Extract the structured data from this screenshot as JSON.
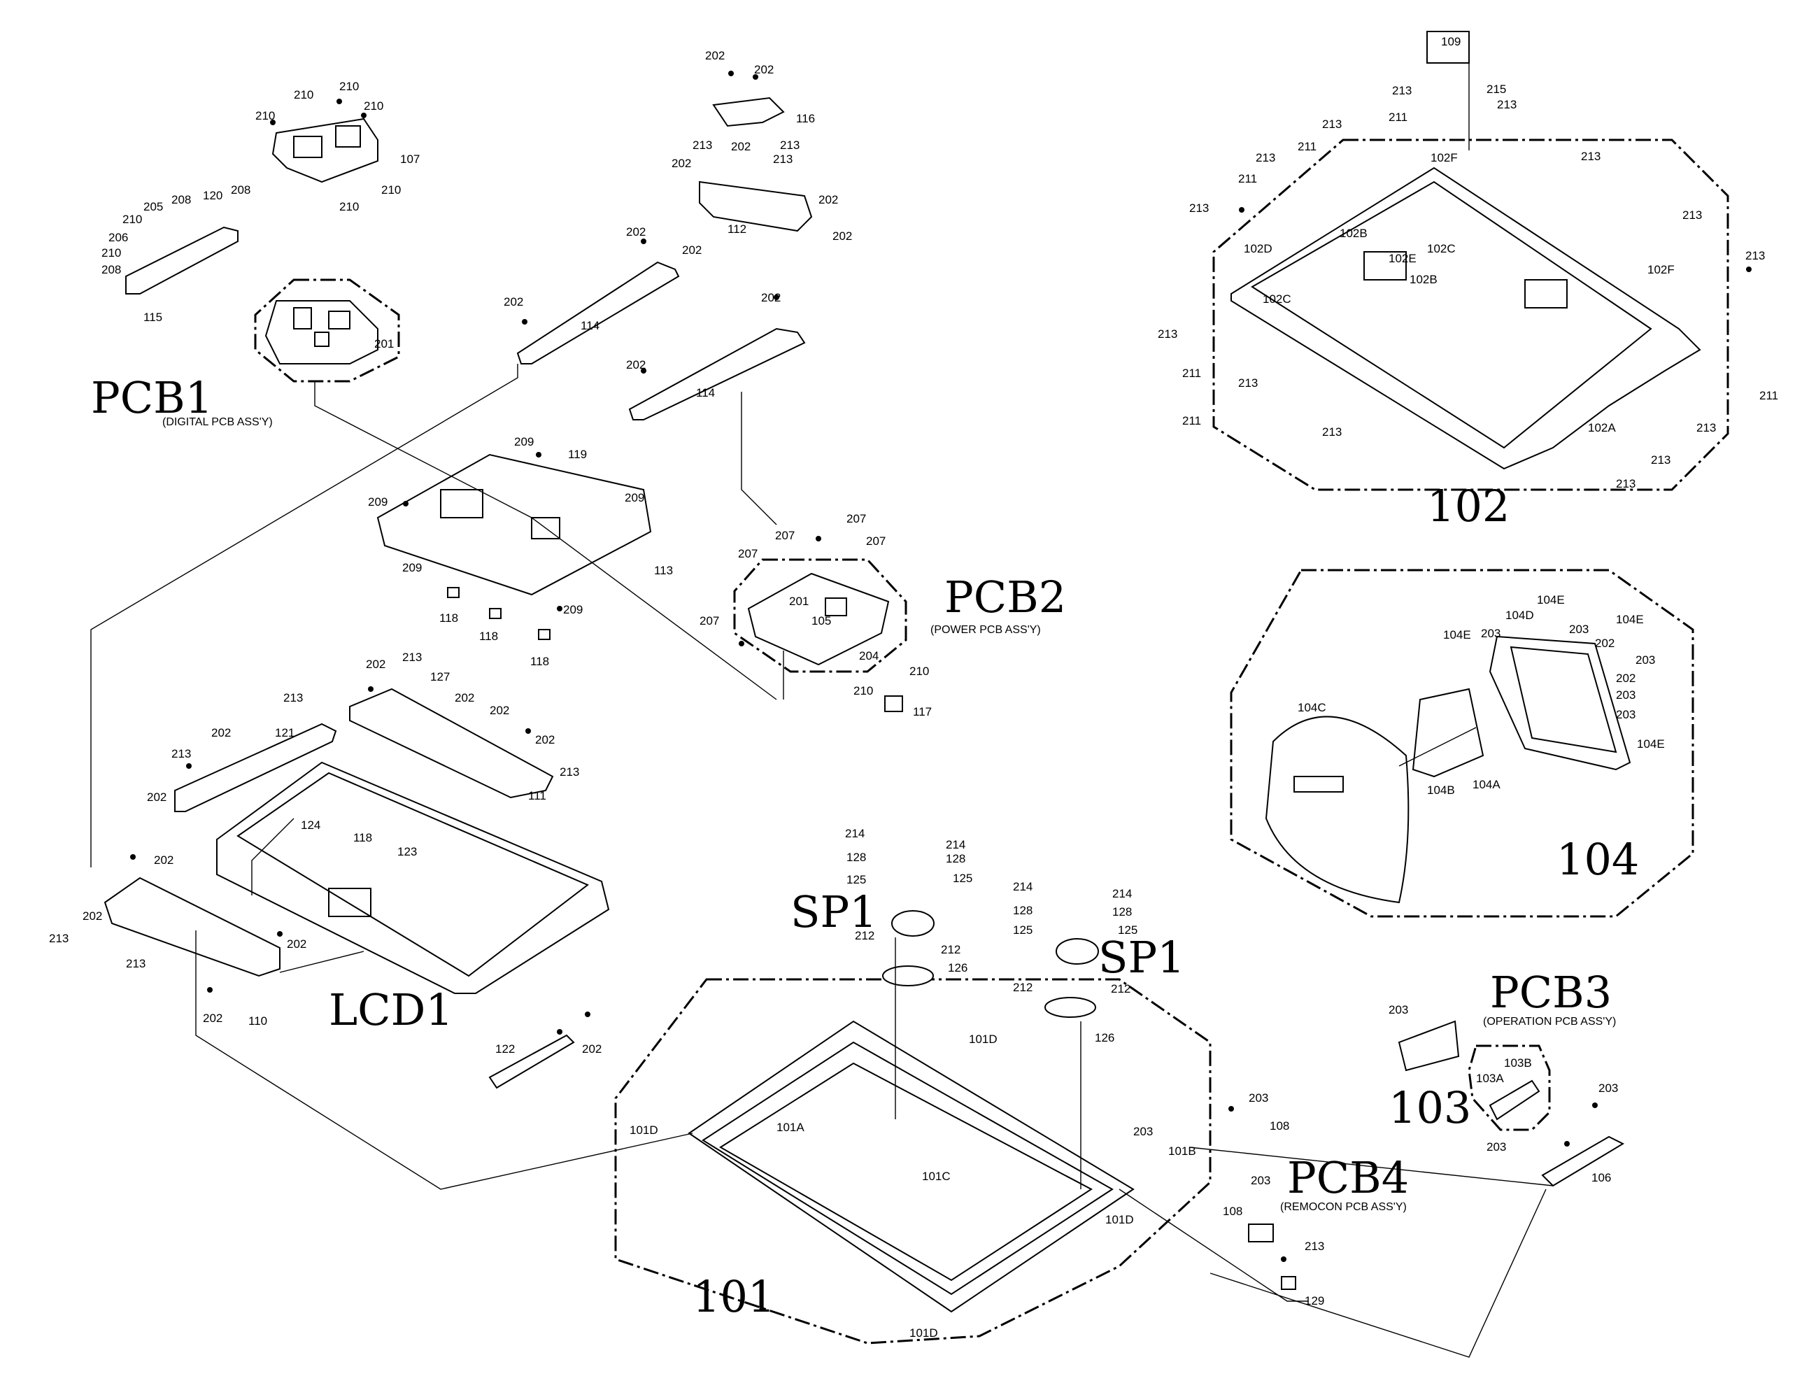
{
  "assemblies": {
    "pcb1": "PCB1",
    "pcb1_desc": "(DIGITAL PCB ASS'Y)",
    "pcb2": "PCB2",
    "pcb2_desc": "(POWER PCB ASS'Y)",
    "pcb3": "PCB3",
    "pcb3_desc": "(OPERATION PCB ASS'Y)",
    "pcb4": "PCB4",
    "pcb4_desc": "(REMOCON PCB ASS'Y)",
    "lcd": "LCD1",
    "sp1": "SP1",
    "a101": "101",
    "a102": "102",
    "a103": "103",
    "a104": "104"
  },
  "part_labels": {
    "p101A": "101A",
    "p101B": "101B",
    "p101C": "101C",
    "p101D": "101D",
    "p102A": "102A",
    "p102B": "102B",
    "p102C": "102C",
    "p102D": "102D",
    "p102E": "102E",
    "p102F": "102F",
    "p103A": "103A",
    "p103B": "103B",
    "p104A": "104A",
    "p104B": "104B",
    "p104C": "104C",
    "p104D": "104D",
    "p104E": "104E",
    "p105": "105",
    "p106": "106",
    "p107": "107",
    "p108": "108",
    "p109": "109",
    "p110": "110",
    "p111": "111",
    "p112": "112",
    "p113": "113",
    "p114": "114",
    "p115": "115",
    "p116": "116",
    "p117": "117",
    "p118": "118",
    "p119": "119",
    "p120": "120",
    "p121": "121",
    "p122": "122",
    "p123": "123",
    "p124": "124",
    "p125": "125",
    "p126": "126",
    "p127": "127",
    "p128": "128",
    "p129": "129",
    "p201": "201",
    "p202": "202",
    "p203": "203",
    "p204": "204",
    "p205": "205",
    "p206": "206",
    "p207": "207",
    "p208": "208",
    "p209": "209",
    "p210": "210",
    "p211": "211",
    "p212": "212",
    "p213": "213",
    "p214": "214",
    "p215": "215"
  }
}
